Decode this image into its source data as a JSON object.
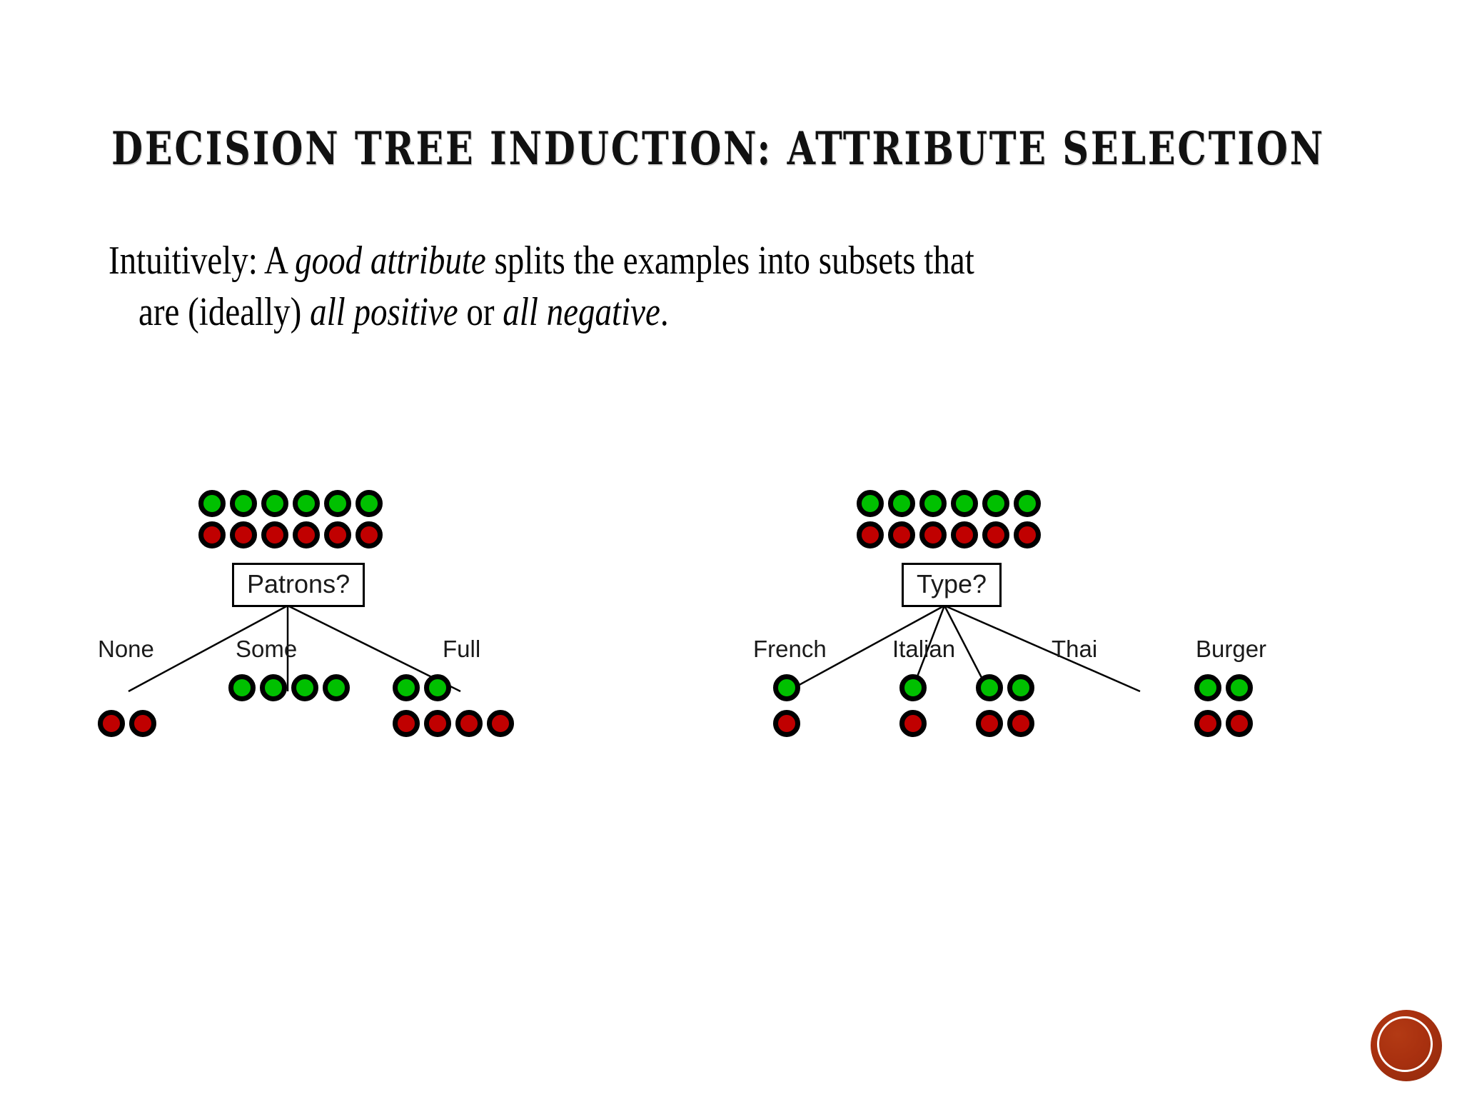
{
  "slide": {
    "title": "Decision Tree Induction: Attribute Selection",
    "body": {
      "line1_a": "Intuitively:  A ",
      "line1_em": "good attribute",
      "line1_b": " splits the examples into subsets that",
      "line2_a": "are (ideally) ",
      "line2_em1": "all positive",
      "line2_b": " or ",
      "line2_em2": "all negative",
      "line2_c": "."
    },
    "colors": {
      "positive": "#00c000",
      "negative": "#c00000",
      "outline": "#000000",
      "text": "#000000",
      "logo": "#a8300f"
    }
  },
  "diagram": {
    "trees": [
      {
        "id": "patrons",
        "attribute_label": "Patrons?",
        "root": {
          "positive": 6,
          "negative": 6
        },
        "branches": [
          {
            "label": "None",
            "positive": 0,
            "negative": 2
          },
          {
            "label": "Some",
            "positive": 4,
            "negative": 0
          },
          {
            "label": "Full",
            "positive": 2,
            "negative": 4
          }
        ]
      },
      {
        "id": "type",
        "attribute_label": "Type?",
        "root": {
          "positive": 6,
          "negative": 6
        },
        "branches": [
          {
            "label": "French",
            "positive": 1,
            "negative": 1
          },
          {
            "label": "Italian",
            "positive": 1,
            "negative": 1
          },
          {
            "label": "Thai",
            "positive": 2,
            "negative": 2
          },
          {
            "label": "Burger",
            "positive": 2,
            "negative": 2
          }
        ]
      }
    ]
  },
  "corner_logo": {
    "name": "circular-seal-logo"
  }
}
